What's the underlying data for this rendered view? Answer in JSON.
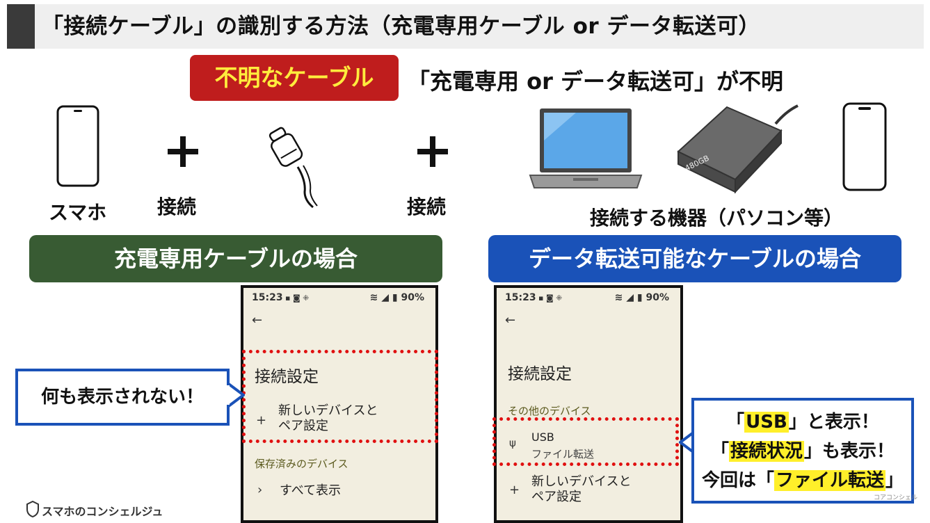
{
  "title": "「接続ケーブル」の識別する方法（充電専用ケーブル or データ転送可）",
  "unknown_badge": "不明なケーブル",
  "unknown_desc": "「充電専用 or データ転送可」が不明",
  "labels": {
    "smartphone": "スマホ",
    "connect_left": "接続",
    "connect_right": "接続",
    "devices": "接続する機器（パソコン等）",
    "hdd_capacity": "480GB"
  },
  "charging_case": {
    "banner": "充電専用ケーブルの場合",
    "callout": "何も表示されない！",
    "screen": {
      "time": "15:23",
      "battery": "90%",
      "back": "←",
      "section_title": "接続設定",
      "new_device_line1": "新しいデバイスと",
      "new_device_line2": "ペア設定",
      "saved_devices": "保存済みのデバイス",
      "show_all": "すべて表示"
    }
  },
  "data_case": {
    "banner": "データ転送可能なケーブルの場合",
    "callout": {
      "line1_pre": "「",
      "line1_hl": "USB",
      "line1_post": "」と表示！",
      "line2_pre": "「",
      "line2_hl": "接続状況",
      "line2_post": "」も表示！",
      "line3_pre": "今回は「",
      "line3_hl": "ファイル転送",
      "line3_post": "」"
    },
    "screen": {
      "time": "15:23",
      "battery": "90%",
      "back": "←",
      "section_title": "接続設定",
      "other_devices": "その他のデバイス",
      "usb_title": "USB",
      "usb_sub": "ファイル転送",
      "new_device_line1": "新しいデバイスと",
      "new_device_line2": "ペア設定"
    }
  },
  "footer": {
    "brand": "スマホのコンシェルジュ",
    "watermark": "コアコンシェル"
  },
  "colors": {
    "green_banner": "#385b33",
    "blue_banner": "#1a52b8",
    "red_badge": "#bf1d1d",
    "badge_text": "#ffec3d",
    "dashed_highlight": "#e01010",
    "text_highlight": "#ffef2a"
  }
}
